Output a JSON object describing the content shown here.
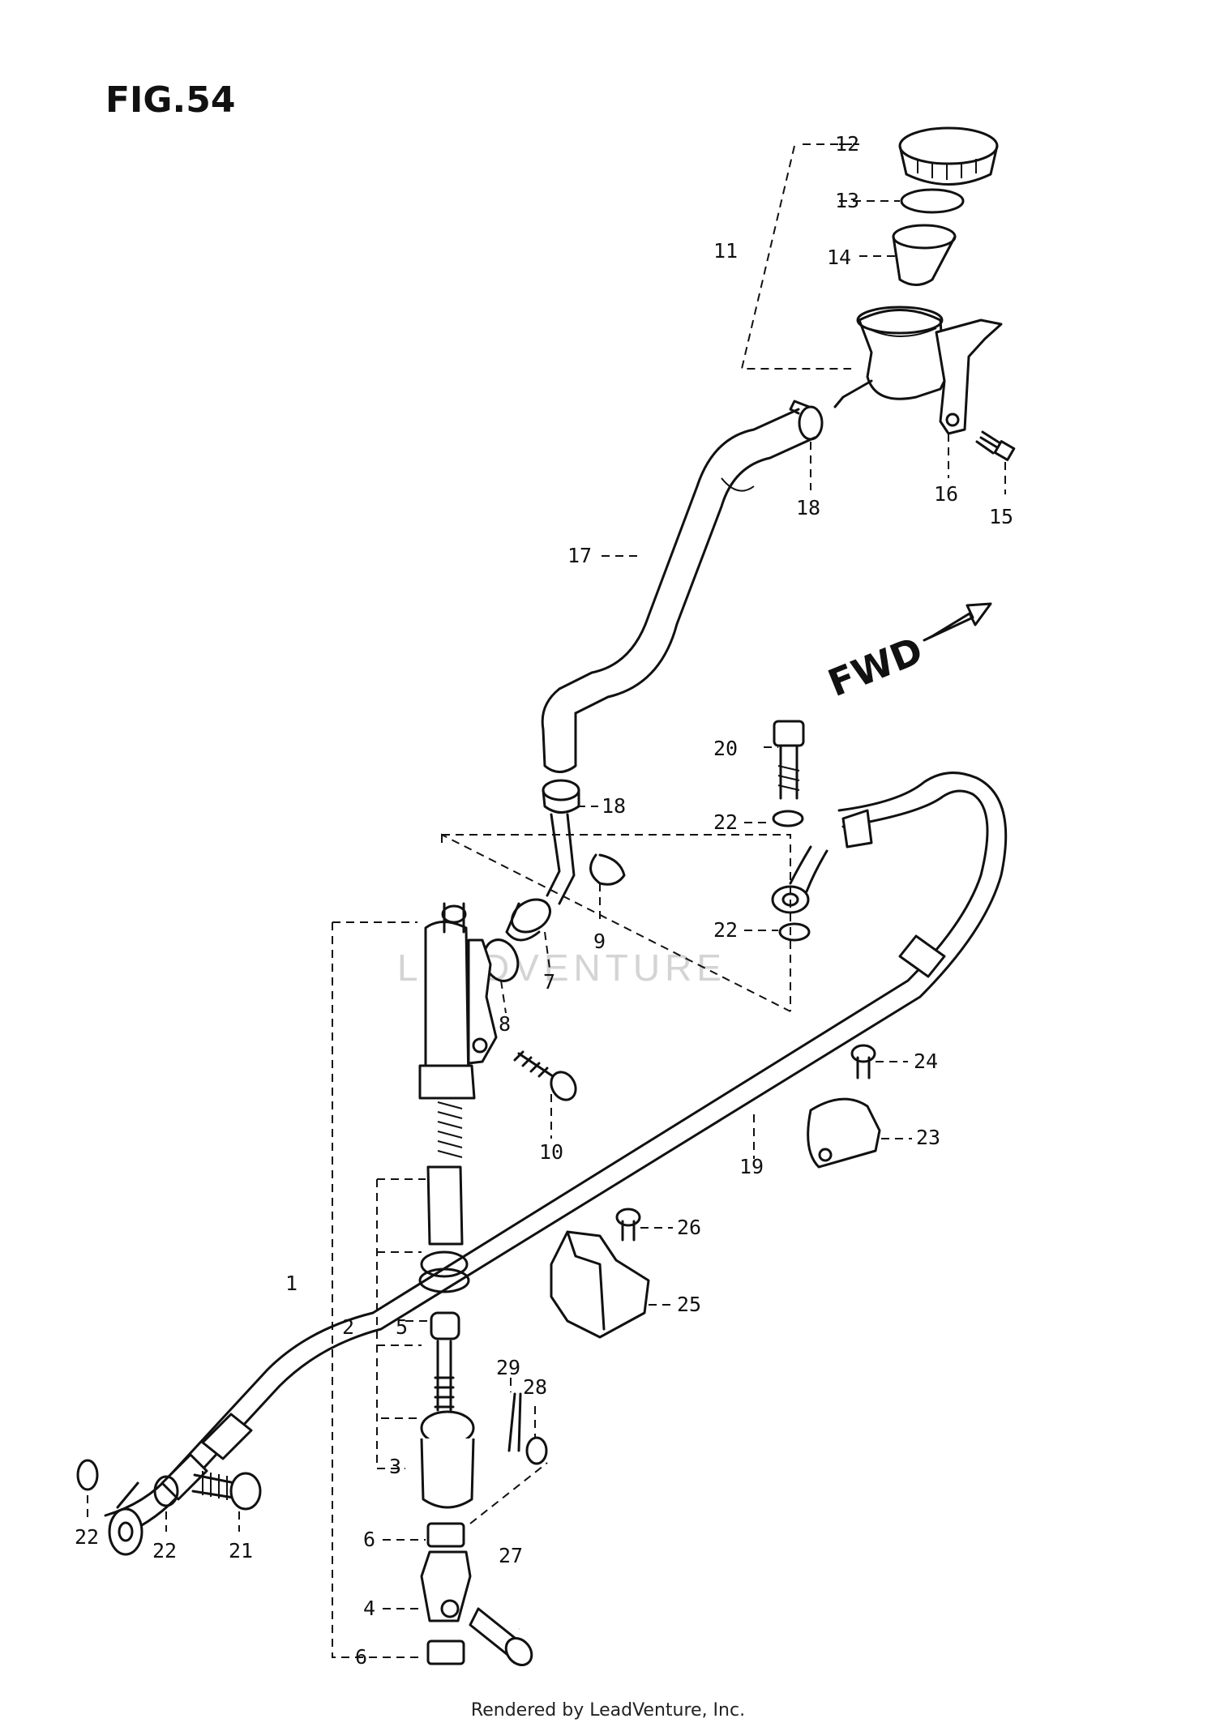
{
  "figure": {
    "label": "FIG.54"
  },
  "direction": {
    "label": "FWD"
  },
  "watermark": {
    "text": "LEADVENTURE"
  },
  "footer": {
    "text": "Rendered by LeadVenture, Inc."
  },
  "callouts": {
    "c1": "1",
    "c2": "2",
    "c3": "3",
    "c4": "4",
    "c5": "5",
    "c6a": "6",
    "c6b": "6",
    "c7": "7",
    "c8": "8",
    "c9": "9",
    "c10": "10",
    "c11": "11",
    "c12": "12",
    "c13": "13",
    "c14": "14",
    "c15": "15",
    "c16": "16",
    "c17": "17",
    "c18a": "18",
    "c18b": "18",
    "c19": "19",
    "c20": "20",
    "c21": "21",
    "c22a": "22",
    "c22b": "22",
    "c22c": "22",
    "c22d": "22",
    "c23": "23",
    "c24": "24",
    "c25": "25",
    "c26": "26",
    "c27": "27",
    "c28": "28",
    "c29": "29"
  }
}
